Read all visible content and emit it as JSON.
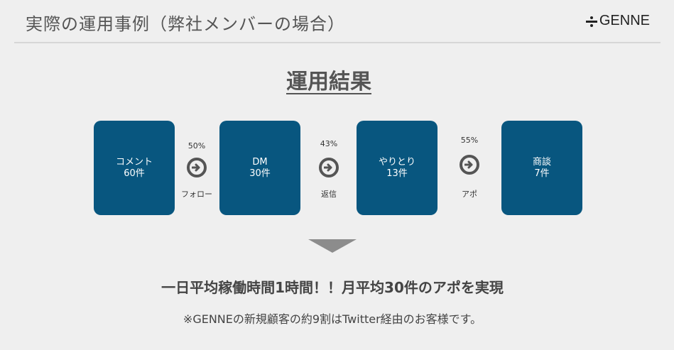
{
  "header": {
    "title": "実際の運用事例（弊社メンバーの場合）",
    "logo_text": "GENNE"
  },
  "section_title": "運用結果",
  "funnel": {
    "steps": [
      {
        "label": "コメント",
        "count": "60件"
      },
      {
        "label": "DM",
        "count": "30件"
      },
      {
        "label": "やりとり",
        "count": "13件"
      },
      {
        "label": "商談",
        "count": "7件"
      }
    ],
    "transitions": [
      {
        "rate": "50%",
        "label": "フォロー"
      },
      {
        "rate": "43%",
        "label": "返信"
      },
      {
        "rate": "55%",
        "label": "アポ"
      }
    ]
  },
  "summary": "一日平均稼働時間1時間！！月平均30件のアポを実現",
  "footnote": "※GENNEの新規顧客の約9割はTwitter経由のお客様です。",
  "colors": {
    "box": "#08567f",
    "background": "#efefef",
    "arrow": "#555555",
    "triangle": "#8c8c8c"
  },
  "icons": [
    "arrow-right-circle-icon",
    "divide-logo-icon",
    "down-triangle-icon"
  ]
}
